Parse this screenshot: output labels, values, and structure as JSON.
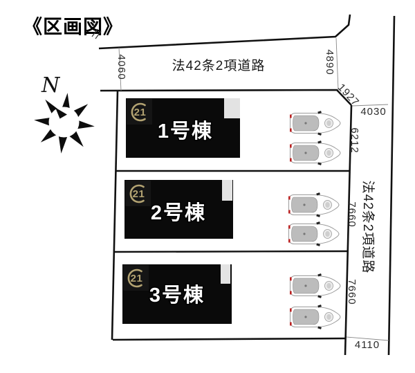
{
  "title": "《区画図》",
  "compass": {
    "north_label": "N"
  },
  "top_road": {
    "label": "法42条2項道路"
  },
  "right_road": {
    "label": "法42条2項道路"
  },
  "dimensions": {
    "road_left_width": "4060",
    "road_right_width": "4890",
    "corner_cut": "1927",
    "right_road_top_width": "4030",
    "lot1_frontage": "6212",
    "lot2_frontage": "7660",
    "lot3_frontage": "7660",
    "right_road_bottom_width": "4110"
  },
  "branding": {
    "logo_text": "21"
  },
  "lots": [
    {
      "name": "1号棟"
    },
    {
      "name": "2号棟"
    },
    {
      "name": "3号棟"
    }
  ],
  "colors": {
    "background": "#ffffff",
    "line": "#111111",
    "building": "#0a0a0a",
    "logo_gold": "#b3a372",
    "notch_gray": "#e3e3e3",
    "car_roof": "#bcbcbc",
    "car_outline": "#9a9a9a",
    "car_accent": "#bb2222",
    "dimension_text": "#2b2b2b"
  }
}
